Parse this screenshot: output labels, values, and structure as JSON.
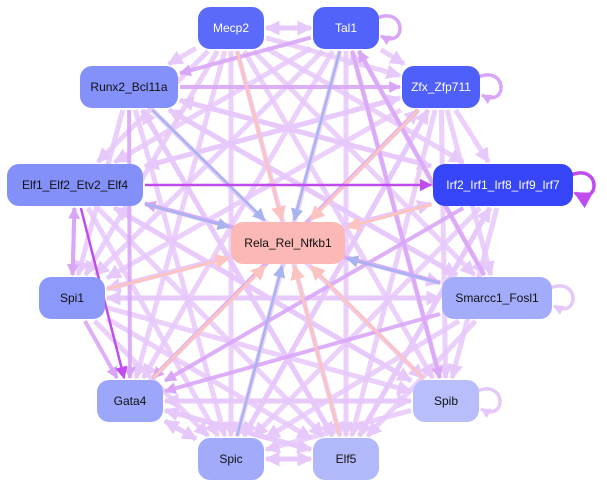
{
  "title": "Transcription factor regulatory network",
  "colors": {
    "edge_weak": "#e6c8fa",
    "edge_mid": "#d9a6f7",
    "edge_strong": "#c04cf0",
    "edge_blue": "#a8b4f0",
    "edge_salmon": "#fcc4c0"
  },
  "nodes": [
    {
      "id": "Mecp2",
      "label": "Mecp2",
      "fill": "#5b6af9",
      "text": "#ffffff"
    },
    {
      "id": "Tal1",
      "label": "Tal1",
      "fill": "#5263fb",
      "text": "#ffffff"
    },
    {
      "id": "Runx2_Bcl11a",
      "label": "Runx2_Bcl11a",
      "fill": "#8591fa",
      "text": "#111111"
    },
    {
      "id": "Zfx_Zfp711",
      "label": "Zfx_Zfp711",
      "fill": "#4f5ff9",
      "text": "#ffffff"
    },
    {
      "id": "Elf1_Elf2_Etv2_Elf4",
      "label": "Elf1_Elf2_Etv2_Elf4",
      "fill": "#8390fa",
      "text": "#111111"
    },
    {
      "id": "Irf2_Irf1_Irf8_Irf9_Irf7",
      "label": "Irf2_Irf1_Irf8_Irf9_Irf7",
      "fill": "#3545f7",
      "text": "#ffffff"
    },
    {
      "id": "Rela_Rel_Nfkb1",
      "label": "Rela_Rel_Nfkb1",
      "fill": "#fcb8b4",
      "text": "#111111"
    },
    {
      "id": "Spi1",
      "label": "Spi1",
      "fill": "#8c98fa",
      "text": "#111111"
    },
    {
      "id": "Smarcc1_Fosl1",
      "label": "Smarcc1_Fosl1",
      "fill": "#a3acfa",
      "text": "#111111"
    },
    {
      "id": "Gata4",
      "label": "Gata4",
      "fill": "#9ca6fa",
      "text": "#111111"
    },
    {
      "id": "Spib",
      "label": "Spib",
      "fill": "#b7befb",
      "text": "#111111"
    },
    {
      "id": "Spic",
      "label": "Spic",
      "fill": "#a1abfa",
      "text": "#111111"
    },
    {
      "id": "Elf5",
      "label": "Elf5",
      "fill": "#b2b9fb",
      "text": "#111111"
    }
  ],
  "self_loops": [
    {
      "node": "Tal1",
      "strength": "mid"
    },
    {
      "node": "Zfx_Zfp711",
      "strength": "mid"
    },
    {
      "node": "Irf2_Irf1_Irf8_Irf9_Irf7",
      "strength": "strong"
    },
    {
      "node": "Smarcc1_Fosl1",
      "strength": "weak"
    },
    {
      "node": "Spib",
      "strength": "weak"
    }
  ],
  "edges": [
    {
      "from": "Mecp2",
      "to": "Rela_Rel_Nfkb1",
      "type": "salmon"
    },
    {
      "from": "Tal1",
      "to": "Rela_Rel_Nfkb1",
      "type": "blue"
    },
    {
      "from": "Runx2_Bcl11a",
      "to": "Rela_Rel_Nfkb1",
      "type": "blue"
    },
    {
      "from": "Zfx_Zfp711",
      "to": "Rela_Rel_Nfkb1",
      "type": "salmon"
    },
    {
      "from": "Elf1_Elf2_Etv2_Elf4",
      "to": "Rela_Rel_Nfkb1",
      "type": "blue"
    },
    {
      "from": "Irf2_Irf1_Irf8_Irf9_Irf7",
      "to": "Rela_Rel_Nfkb1",
      "type": "salmon"
    },
    {
      "from": "Spi1",
      "to": "Rela_Rel_Nfkb1",
      "type": "salmon"
    },
    {
      "from": "Smarcc1_Fosl1",
      "to": "Rela_Rel_Nfkb1",
      "type": "blue"
    },
    {
      "from": "Gata4",
      "to": "Rela_Rel_Nfkb1",
      "type": "salmon"
    },
    {
      "from": "Spib",
      "to": "Rela_Rel_Nfkb1",
      "type": "salmon"
    },
    {
      "from": "Spic",
      "to": "Rela_Rel_Nfkb1",
      "type": "blue"
    },
    {
      "from": "Elf5",
      "to": "Rela_Rel_Nfkb1",
      "type": "salmon"
    },
    {
      "from": "Elf1_Elf2_Etv2_Elf4",
      "to": "Irf2_Irf1_Irf8_Irf9_Irf7",
      "type": "strong"
    },
    {
      "from": "Elf1_Elf2_Etv2_Elf4",
      "to": "Gata4",
      "type": "strong"
    },
    {
      "from": "Runx2_Bcl11a",
      "to": "Zfx_Zfp711",
      "type": "mid"
    },
    {
      "from": "Runx2_Bcl11a",
      "to": "Gata4",
      "type": "mid"
    },
    {
      "from": "Elf1_Elf2_Etv2_Elf4",
      "to": "Spi1",
      "type": "mid"
    },
    {
      "from": "Spi1",
      "to": "Elf1_Elf2_Etv2_Elf4",
      "type": "mid"
    },
    {
      "from": "Spi1",
      "to": "Gata4",
      "type": "mid"
    },
    {
      "from": "Smarcc1_Fosl1",
      "to": "Gata4",
      "type": "mid"
    },
    {
      "from": "Irf2_Irf1_Irf8_Irf9_Irf7",
      "to": "Gata4",
      "type": "mid"
    },
    {
      "from": "Mecp2",
      "to": "Tal1",
      "type": "weak"
    },
    {
      "from": "Tal1",
      "to": "Mecp2",
      "type": "weak"
    },
    {
      "from": "Mecp2",
      "to": "Runx2_Bcl11a",
      "type": "weak"
    },
    {
      "from": "Mecp2",
      "to": "Zfx_Zfp711",
      "type": "weak"
    },
    {
      "from": "Mecp2",
      "to": "Elf1_Elf2_Etv2_Elf4",
      "type": "weak"
    },
    {
      "from": "Mecp2",
      "to": "Irf2_Irf1_Irf8_Irf9_Irf7",
      "type": "weak"
    },
    {
      "from": "Mecp2",
      "to": "Spi1",
      "type": "weak"
    },
    {
      "from": "Mecp2",
      "to": "Smarcc1_Fosl1",
      "type": "weak"
    },
    {
      "from": "Mecp2",
      "to": "Gata4",
      "type": "weak"
    },
    {
      "from": "Mecp2",
      "to": "Spib",
      "type": "weak"
    },
    {
      "from": "Mecp2",
      "to": "Spic",
      "type": "weak"
    },
    {
      "from": "Mecp2",
      "to": "Elf5",
      "type": "weak"
    },
    {
      "from": "Tal1",
      "to": "Runx2_Bcl11a",
      "type": "mid"
    },
    {
      "from": "Tal1",
      "to": "Zfx_Zfp711",
      "type": "weak"
    },
    {
      "from": "Tal1",
      "to": "Elf1_Elf2_Etv2_Elf4",
      "type": "weak"
    },
    {
      "from": "Tal1",
      "to": "Spi1",
      "type": "weak"
    },
    {
      "from": "Tal1",
      "to": "Smarcc1_Fosl1",
      "type": "weak"
    },
    {
      "from": "Tal1",
      "to": "Gata4",
      "type": "weak"
    },
    {
      "from": "Tal1",
      "to": "Spib",
      "type": "mid"
    },
    {
      "from": "Tal1",
      "to": "Spic",
      "type": "weak"
    },
    {
      "from": "Tal1",
      "to": "Elf5",
      "type": "weak"
    },
    {
      "from": "Zfx_Zfp711",
      "to": "Elf1_Elf2_Etv2_Elf4",
      "type": "weak"
    },
    {
      "from": "Zfx_Zfp711",
      "to": "Irf2_Irf1_Irf8_Irf9_Irf7",
      "type": "weak"
    },
    {
      "from": "Zfx_Zfp711",
      "to": "Spi1",
      "type": "weak"
    },
    {
      "from": "Zfx_Zfp711",
      "to": "Smarcc1_Fosl1",
      "type": "weak"
    },
    {
      "from": "Zfx_Zfp711",
      "to": "Gata4",
      "type": "mid"
    },
    {
      "from": "Zfx_Zfp711",
      "to": "Spib",
      "type": "weak"
    },
    {
      "from": "Zfx_Zfp711",
      "to": "Spic",
      "type": "weak"
    },
    {
      "from": "Zfx_Zfp711",
      "to": "Elf5",
      "type": "weak"
    },
    {
      "from": "Runx2_Bcl11a",
      "to": "Irf2_Irf1_Irf8_Irf9_Irf7",
      "type": "weak"
    },
    {
      "from": "Runx2_Bcl11a",
      "to": "Spi1",
      "type": "weak"
    },
    {
      "from": "Runx2_Bcl11a",
      "to": "Smarcc1_Fosl1",
      "type": "weak"
    },
    {
      "from": "Runx2_Bcl11a",
      "to": "Spib",
      "type": "weak"
    },
    {
      "from": "Runx2_Bcl11a",
      "to": "Spic",
      "type": "weak"
    },
    {
      "from": "Runx2_Bcl11a",
      "to": "Elf5",
      "type": "weak"
    },
    {
      "from": "Elf1_Elf2_Etv2_Elf4",
      "to": "Smarcc1_Fosl1",
      "type": "weak"
    },
    {
      "from": "Elf1_Elf2_Etv2_Elf4",
      "to": "Spib",
      "type": "weak"
    },
    {
      "from": "Elf1_Elf2_Etv2_Elf4",
      "to": "Spic",
      "type": "weak"
    },
    {
      "from": "Elf1_Elf2_Etv2_Elf4",
      "to": "Elf5",
      "type": "weak"
    },
    {
      "from": "Elf1_Elf2_Etv2_Elf4",
      "to": "Zfx_Zfp711",
      "type": "weak"
    },
    {
      "from": "Irf2_Irf1_Irf8_Irf9_Irf7",
      "to": "Spi1",
      "type": "weak"
    },
    {
      "from": "Irf2_Irf1_Irf8_Irf9_Irf7",
      "to": "Spib",
      "type": "weak"
    },
    {
      "from": "Irf2_Irf1_Irf8_Irf9_Irf7",
      "to": "Spic",
      "type": "weak"
    },
    {
      "from": "Irf2_Irf1_Irf8_Irf9_Irf7",
      "to": "Elf5",
      "type": "weak"
    },
    {
      "from": "Irf2_Irf1_Irf8_Irf9_Irf7",
      "to": "Runx2_Bcl11a",
      "type": "weak"
    },
    {
      "from": "Spi1",
      "to": "Smarcc1_Fosl1",
      "type": "weak"
    },
    {
      "from": "Spi1",
      "to": "Spib",
      "type": "weak"
    },
    {
      "from": "Spi1",
      "to": "Spic",
      "type": "weak"
    },
    {
      "from": "Spi1",
      "to": "Elf5",
      "type": "weak"
    },
    {
      "from": "Spi1",
      "to": "Irf2_Irf1_Irf8_Irf9_Irf7",
      "type": "weak"
    },
    {
      "from": "Smarcc1_Fosl1",
      "to": "Spi1",
      "type": "weak"
    },
    {
      "from": "Smarcc1_Fosl1",
      "to": "Elf1_Elf2_Etv2_Elf4",
      "type": "mid"
    },
    {
      "from": "Smarcc1_Fosl1",
      "to": "Runx2_Bcl11a",
      "type": "weak"
    },
    {
      "from": "Smarcc1_Fosl1",
      "to": "Spic",
      "type": "weak"
    },
    {
      "from": "Smarcc1_Fosl1",
      "to": "Elf5",
      "type": "weak"
    },
    {
      "from": "Smarcc1_Fosl1",
      "to": "Tal1",
      "type": "mid"
    },
    {
      "from": "Gata4",
      "to": "Spib",
      "type": "weak"
    },
    {
      "from": "Gata4",
      "to": "Spic",
      "type": "weak"
    },
    {
      "from": "Gata4",
      "to": "Elf5",
      "type": "weak"
    },
    {
      "from": "Gata4",
      "to": "Zfx_Zfp711",
      "type": "weak"
    },
    {
      "from": "Spib",
      "to": "Gata4",
      "type": "weak"
    },
    {
      "from": "Spib",
      "to": "Spic",
      "type": "weak"
    },
    {
      "from": "Spib",
      "to": "Elf1_Elf2_Etv2_Elf4",
      "type": "weak"
    },
    {
      "from": "Spib",
      "to": "Tal1",
      "type": "weak"
    },
    {
      "from": "Spic",
      "to": "Elf5",
      "type": "weak"
    },
    {
      "from": "Spic",
      "to": "Gata4",
      "type": "weak"
    },
    {
      "from": "Spic",
      "to": "Zfx_Zfp711",
      "type": "weak"
    },
    {
      "from": "Elf5",
      "to": "Spic",
      "type": "weak"
    },
    {
      "from": "Elf5",
      "to": "Gata4",
      "type": "weak"
    },
    {
      "from": "Elf5",
      "to": "Runx2_Bcl11a",
      "type": "weak"
    },
    {
      "from": "Elf5",
      "to": "Irf2_Irf1_Irf8_Irf9_Irf7",
      "type": "weak"
    }
  ]
}
